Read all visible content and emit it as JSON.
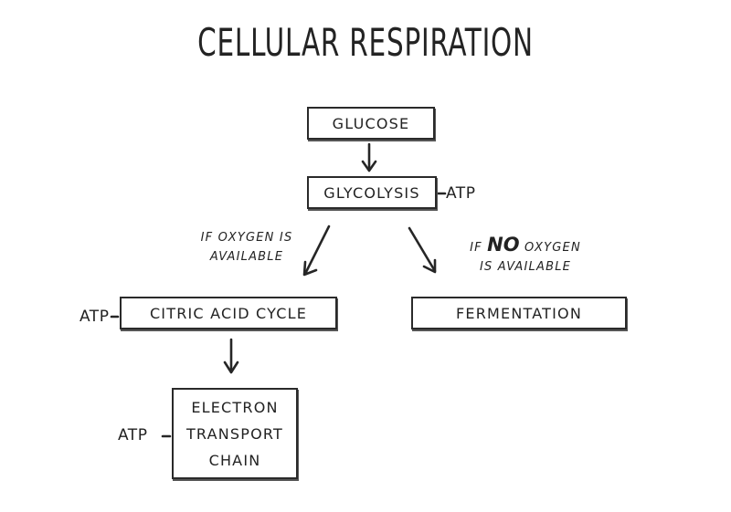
{
  "title": "CELLULAR RESPIRATION",
  "nodes": {
    "glucose": "GLUCOSE",
    "glycolysis": "GLYCOLYSIS",
    "citric_acid_cycle": "CITRIC ACID CYCLE",
    "fermentation": "FERMENTATION",
    "electron_transport_chain": [
      "ELECTRON",
      "TRANSPORT",
      "CHAIN"
    ]
  },
  "branches": {
    "oxygen": [
      "IF OXYGEN IS",
      "AVAILABLE"
    ],
    "no_oxygen": {
      "prefix": "IF",
      "emphasis": "NO",
      "suffix": "OXYGEN",
      "line2": "IS AVAILABLE"
    }
  },
  "outputs": {
    "glycolysis_atp": "ATP",
    "citric_acid_cycle_atp": "ATP",
    "electron_transport_chain_atp": "ATP"
  },
  "colors": {
    "ink": "#222222",
    "background": "#ffffff"
  }
}
